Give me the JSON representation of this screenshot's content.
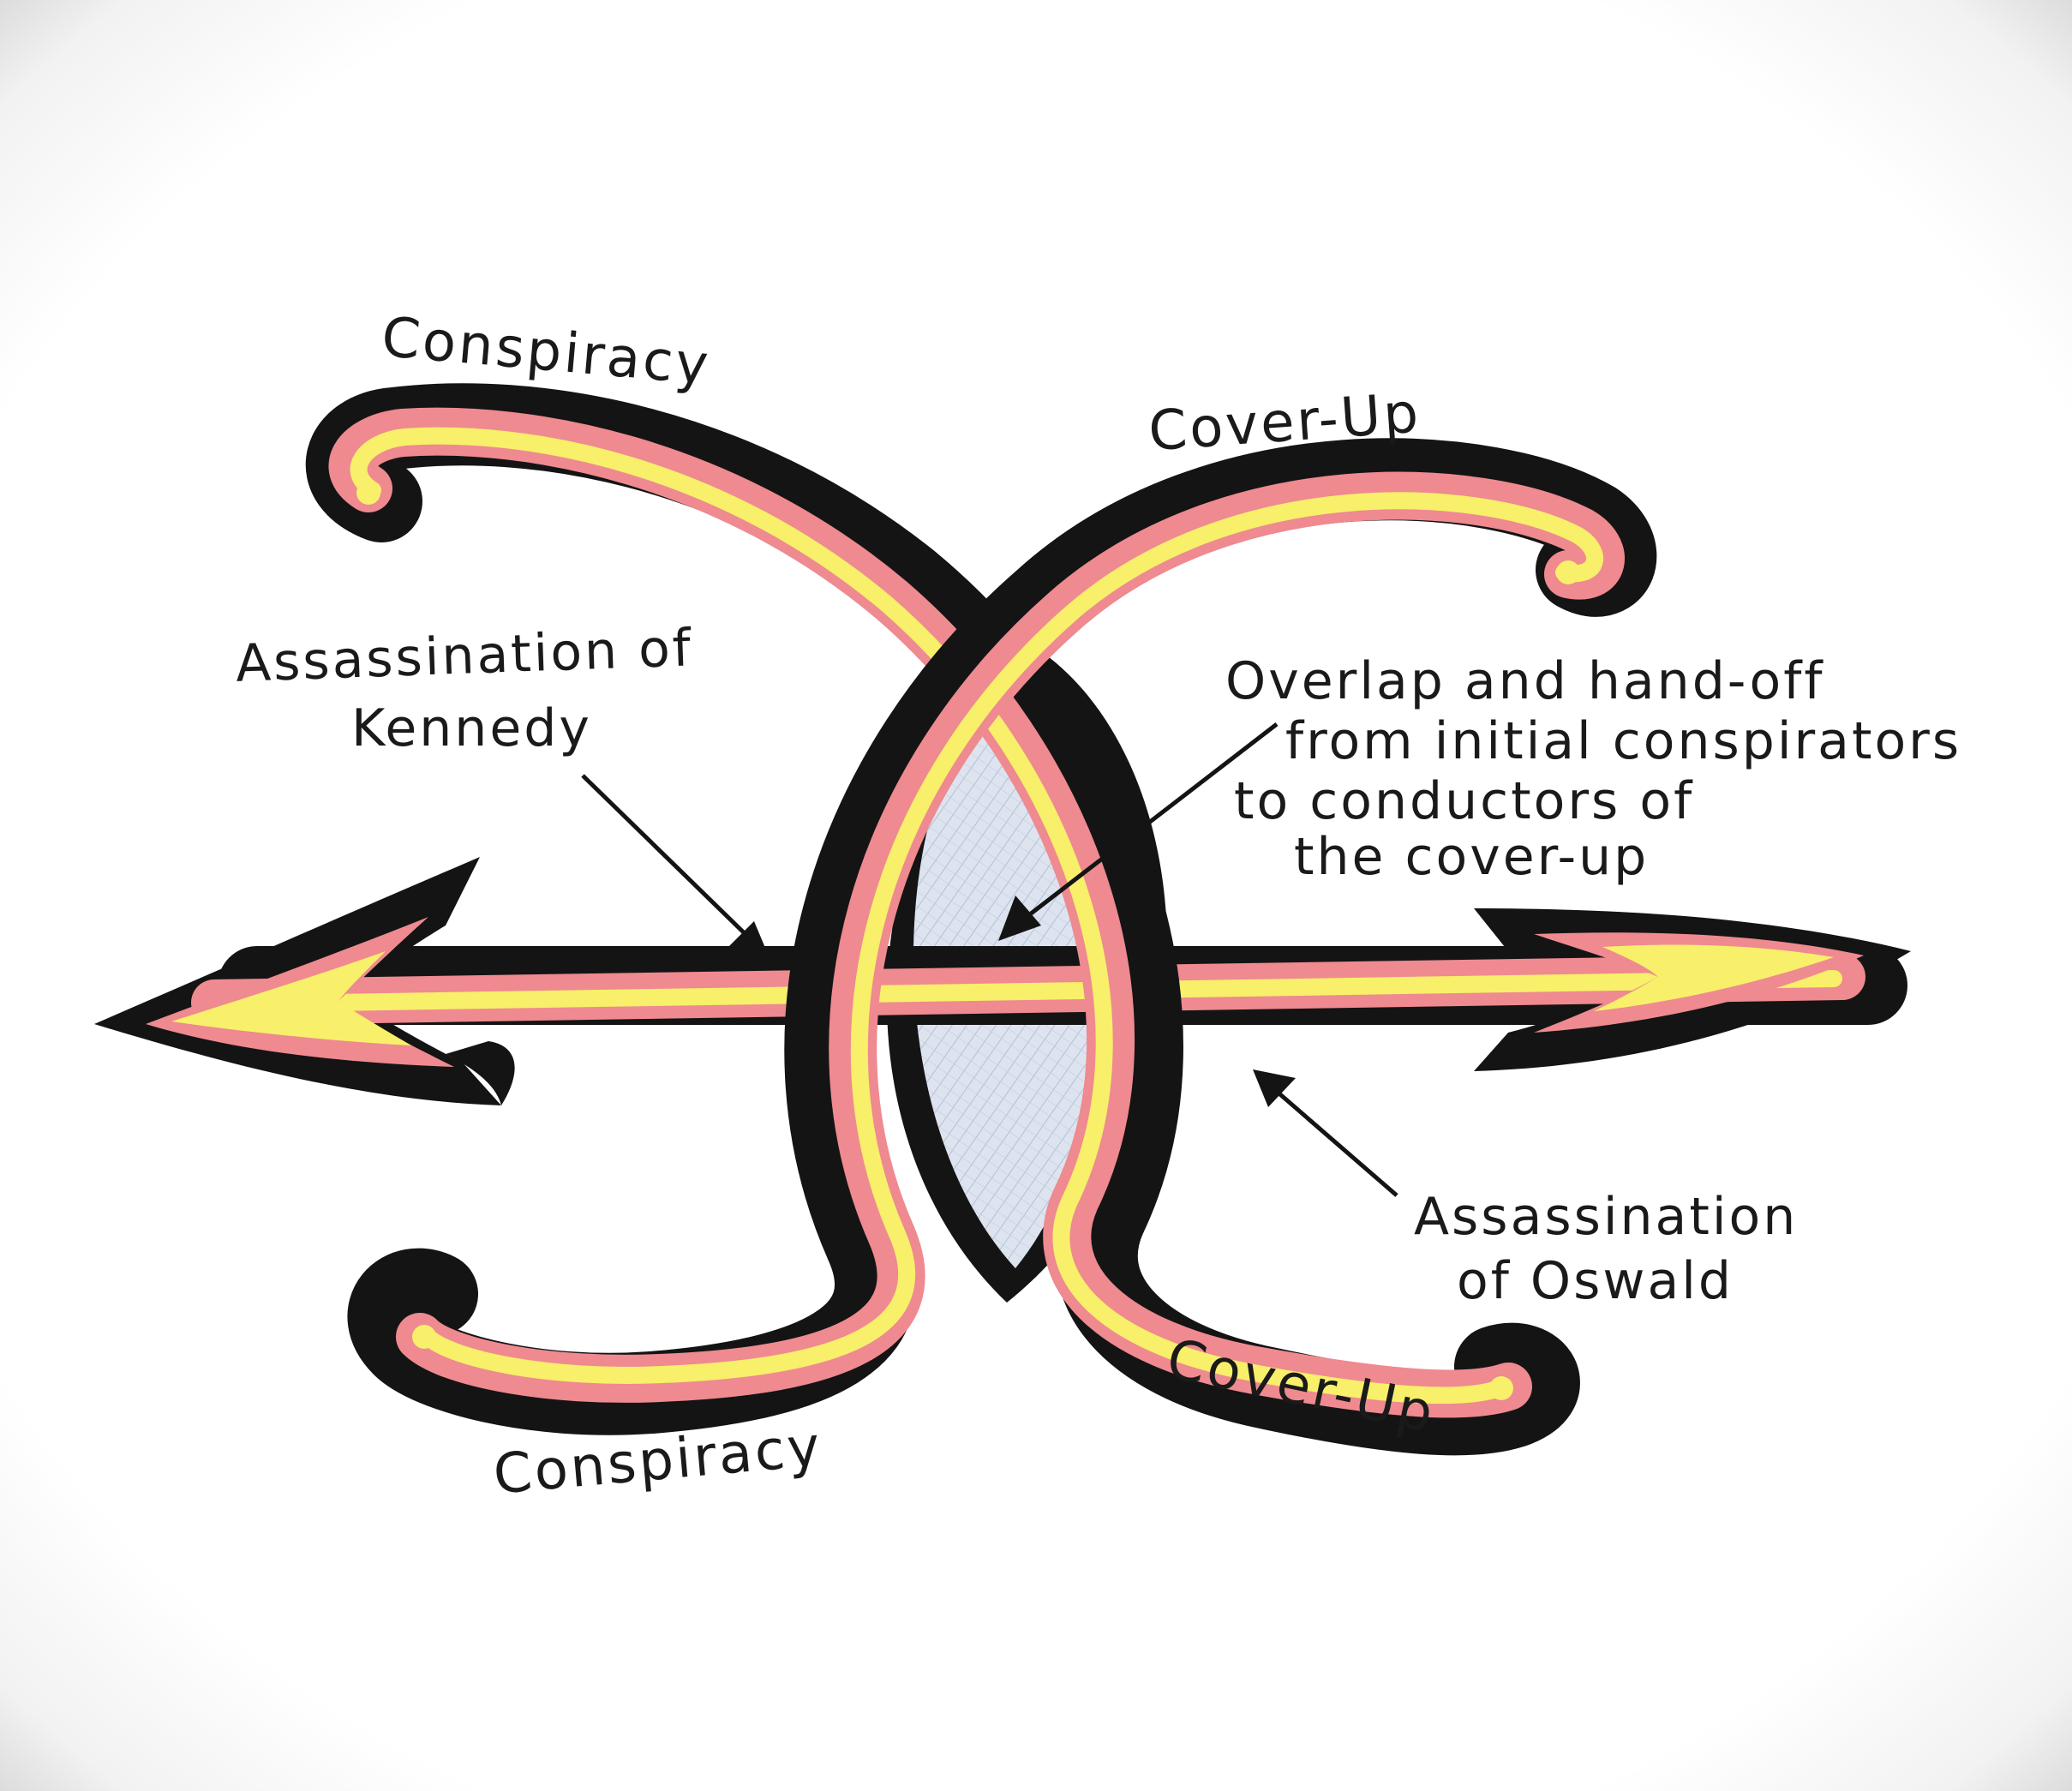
{
  "labels": {
    "conspiracy_top": "Conspiracy",
    "coverup_top": "Cover-Up",
    "conspiracy_bottom": "Conspiracy",
    "coverup_bottom": "Cover-Up",
    "kennedy_line1": "Assassination of",
    "kennedy_line2": "Kennedy",
    "overlap_line1": "Overlap and hand-off",
    "overlap_line2": "from initial conspirators",
    "overlap_line3": "to conductors of",
    "overlap_line4": "the cover-up",
    "oswald_line1": "Assassination",
    "oswald_line2": "of Oswald"
  },
  "colors": {
    "ink": "#141414",
    "band_pink": "#ee8a90",
    "band_yellow": "#f8ef6a",
    "center_fill": "#d9e1ee",
    "hatch": "#aab6cf"
  }
}
